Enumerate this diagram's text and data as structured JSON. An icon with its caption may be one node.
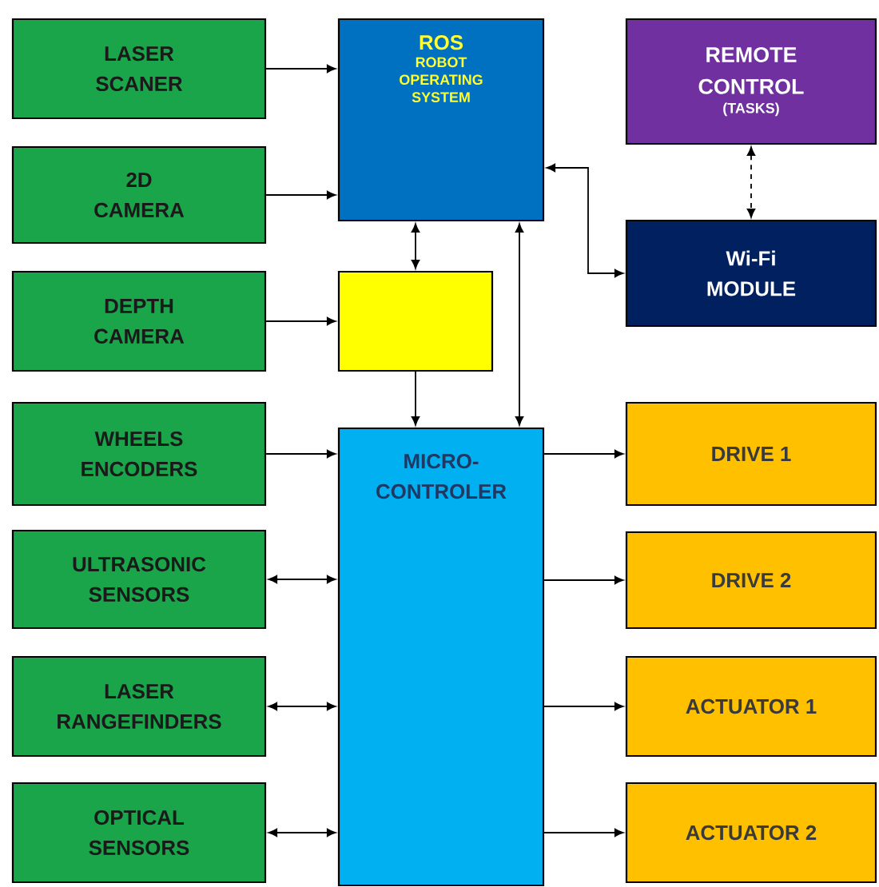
{
  "diagram": {
    "nodes": [
      {
        "text": [
          "LASER SCANER"
        ]
      },
      {
        "text": [
          "ROS",
          "ROBOT OPERATING SYSTEM"
        ]
      },
      {
        "text": [
          "REMOTE CONTROL",
          "(TASKS)"
        ]
      },
      {
        "text": [
          "2D CAMERA"
        ]
      },
      {
        "text": [
          "Wi-Fi MODULE"
        ]
      },
      {
        "text": [
          "DEPTH CAMERA"
        ]
      },
      {
        "text": [],
        "shape": "box"
      },
      {
        "text": [
          "WHEELS ENCODERS"
        ]
      },
      {
        "text": [
          "MICRO- CONTROLER"
        ]
      },
      {
        "text": [
          "DRIVE 1"
        ]
      },
      {
        "text": [
          "ULTRASONIC SENSORS"
        ]
      },
      {
        "text": [
          "DRIVE 2"
        ]
      },
      {
        "text": [
          "LASER RANGEFINDERS"
        ]
      },
      {
        "text": [
          "ACTUATOR 1"
        ]
      },
      {
        "text": [
          "OPTICAL SENSORS"
        ]
      },
      {
        "text": [
          "ACTUATOR 2"
        ]
      }
    ],
    "edges": [
      {
        "from": 0,
        "to": 1,
        "arrow": "to"
      },
      {
        "from": 3,
        "to": 1,
        "arrow": "to"
      },
      {
        "from": 5,
        "to": 6,
        "arrow": "to"
      },
      {
        "from": 1,
        "to": 6,
        "arrow": "both"
      },
      {
        "from": 6,
        "to": 8,
        "arrow": "to"
      },
      {
        "from": 8,
        "to": 1,
        "arrow": "both"
      },
      {
        "from": 1,
        "to": 4,
        "arrow": "both"
      },
      {
        "from": 2,
        "to": 4,
        "arrow": "both",
        "style": "dashed"
      },
      {
        "from": 7,
        "to": 8,
        "arrow": "to"
      },
      {
        "from": 10,
        "to": 8,
        "arrow": "both"
      },
      {
        "from": 12,
        "to": 8,
        "arrow": "both"
      },
      {
        "from": 14,
        "to": 8,
        "arrow": "both"
      },
      {
        "from": 8,
        "to": 9,
        "arrow": "to"
      },
      {
        "from": 8,
        "to": 11,
        "arrow": "to"
      },
      {
        "from": 8,
        "to": 13,
        "arrow": "to"
      },
      {
        "from": 8,
        "to": 15,
        "arrow": "to"
      }
    ]
  }
}
